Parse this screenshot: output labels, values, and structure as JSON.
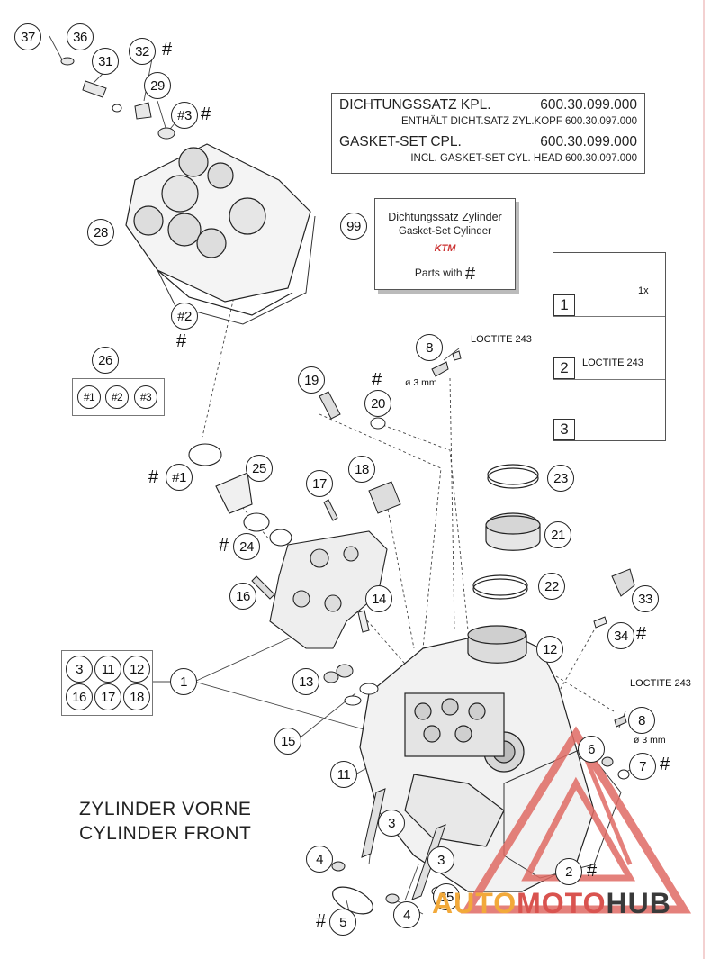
{
  "gasket_set": {
    "de_line1_label": "DICHTUNGSSATZ KPL.",
    "de_line1_number": "600.30.099.000",
    "de_line2": "ENTHÄLT DICHT.SATZ ZYL.KOPF 600.30.097.000",
    "en_line1_label": "GASKET-SET CPL.",
    "en_line1_number": "600.30.099.000",
    "en_line2": "INCL. GASKET-SET CYL. HEAD 600.30.097.000"
  },
  "card99": {
    "number": "99",
    "line1": "Dichtungssatz Zylinder",
    "line2": "Gasket-Set Cylinder",
    "logo": "KTM",
    "line3": "Parts with",
    "hash": "#"
  },
  "steps": {
    "items": [
      {
        "num": "1",
        "note": "1x"
      },
      {
        "num": "2",
        "note": "LOCTITE 243"
      },
      {
        "num": "3",
        "note": ""
      }
    ]
  },
  "loctite_labels": {
    "top": "LOCTITE 243",
    "right": "LOCTITE 243"
  },
  "dim_labels": {
    "top": "ø 3 mm",
    "right": "ø 3 mm"
  },
  "hash_symbol": "#",
  "callouts": {
    "c37": "37",
    "c36": "36",
    "c31": "31",
    "c32": "32",
    "c29": "29",
    "c3h": "#3",
    "c28": "28",
    "c2h": "#2",
    "c26": "26",
    "g1": "#1",
    "g2": "#2",
    "g3": "#3",
    "c8a": "8",
    "c19": "19",
    "c20": "20",
    "c1h": "#1",
    "c25": "25",
    "c17": "17",
    "c18": "18",
    "c23": "23",
    "c21": "21",
    "c24": "24",
    "c22": "22",
    "c16": "16",
    "c14": "14",
    "c33": "33",
    "c34": "34",
    "c12": "12",
    "c1": "1",
    "b3": "3",
    "b11": "11",
    "b12": "12",
    "b16": "16",
    "b17": "17",
    "b18": "18",
    "c13": "13",
    "c8b": "8",
    "c15": "15",
    "c6": "6",
    "c7": "7",
    "c11": "11",
    "c3a": "3",
    "c3b": "3",
    "c4a": "4",
    "c4b": "4",
    "c2": "2",
    "c35": "35",
    "c5": "5"
  },
  "title": {
    "line1": "ZYLINDER VORNE",
    "line2": "CYLINDER FRONT"
  },
  "watermark": {
    "part1": "AUTO",
    "part2": "MOTO",
    "part3": "HUB"
  }
}
